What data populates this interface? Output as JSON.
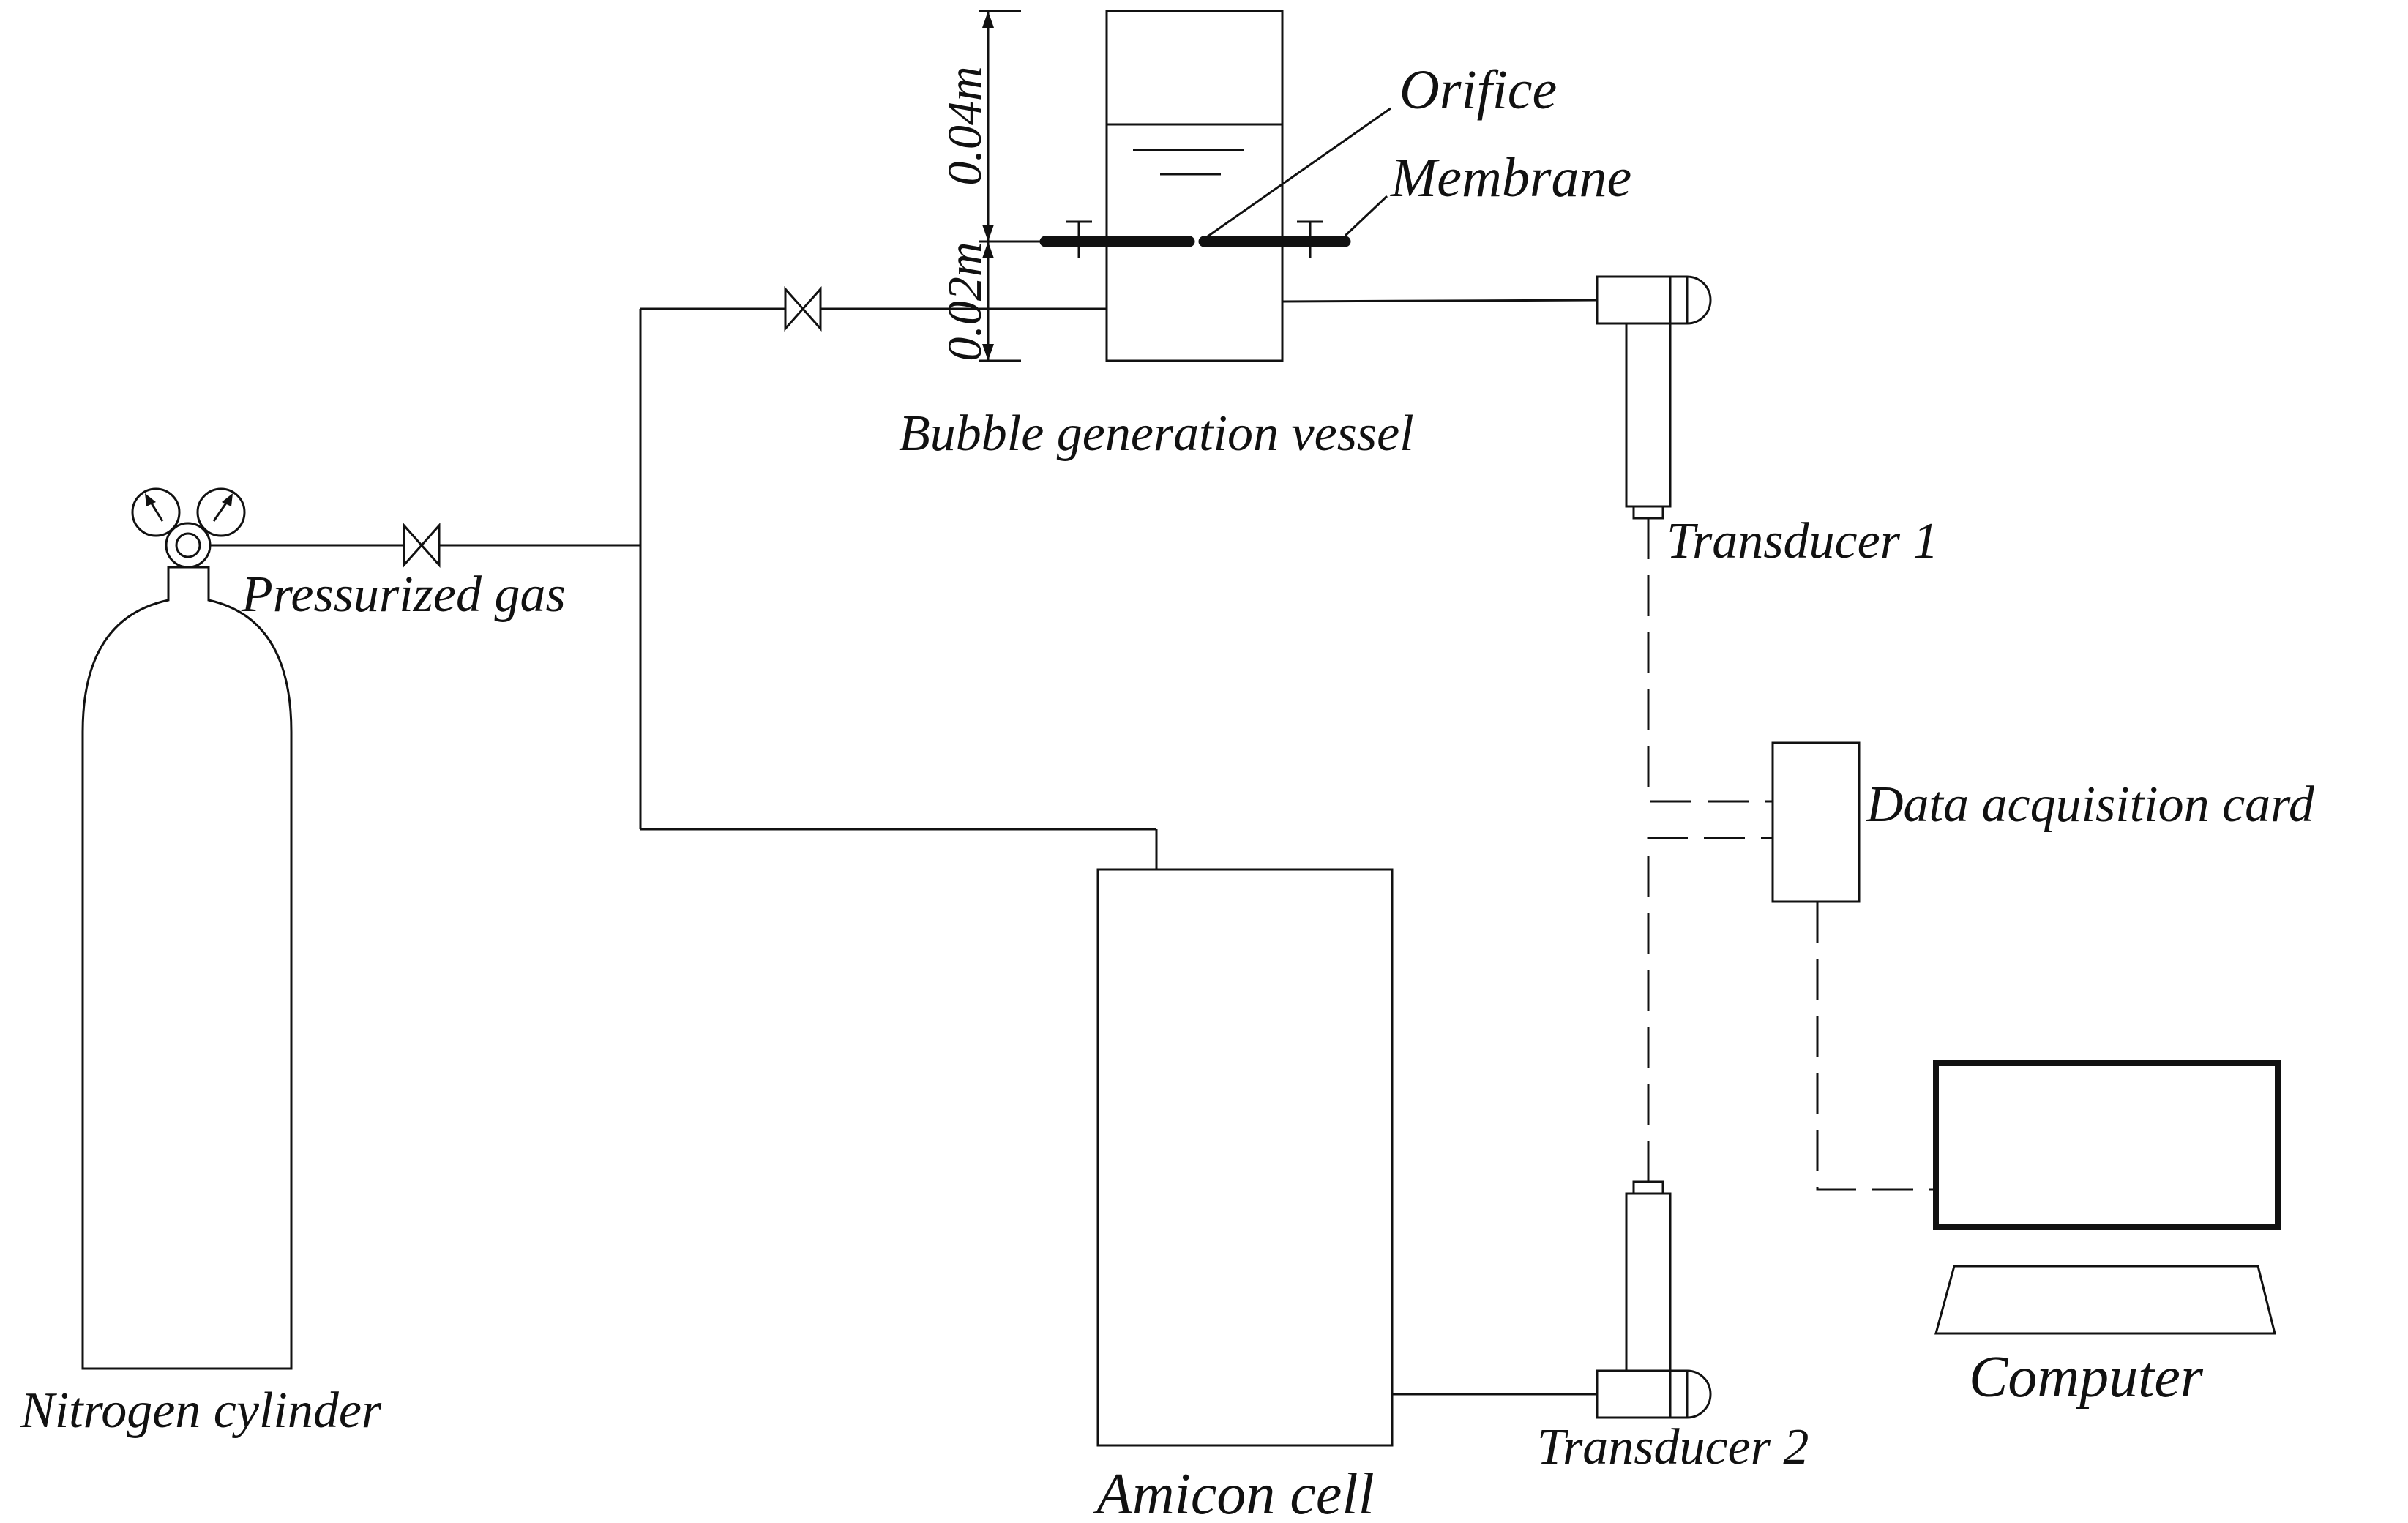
{
  "labels": {
    "nitrogen_cylinder": "Nitrogen cylinder",
    "pressurized_gas": "Pressurized gas",
    "bubble_vessel": "Bubble generation vessel",
    "orifice": "Orifice",
    "membrane": "Membrane",
    "dim_upper": "0.04m",
    "dim_lower": "0.02m",
    "transducer_1": "Transducer 1",
    "transducer_2": "Transducer 2",
    "data_card": "Data acquisition card",
    "computer": "Computer",
    "amicon_cell": "Amicon cell"
  },
  "icons": {
    "regulator_gauges": "pressure-gauge-icon",
    "valve": "needle-valve-icon",
    "computer": "computer-monitor-icon"
  }
}
